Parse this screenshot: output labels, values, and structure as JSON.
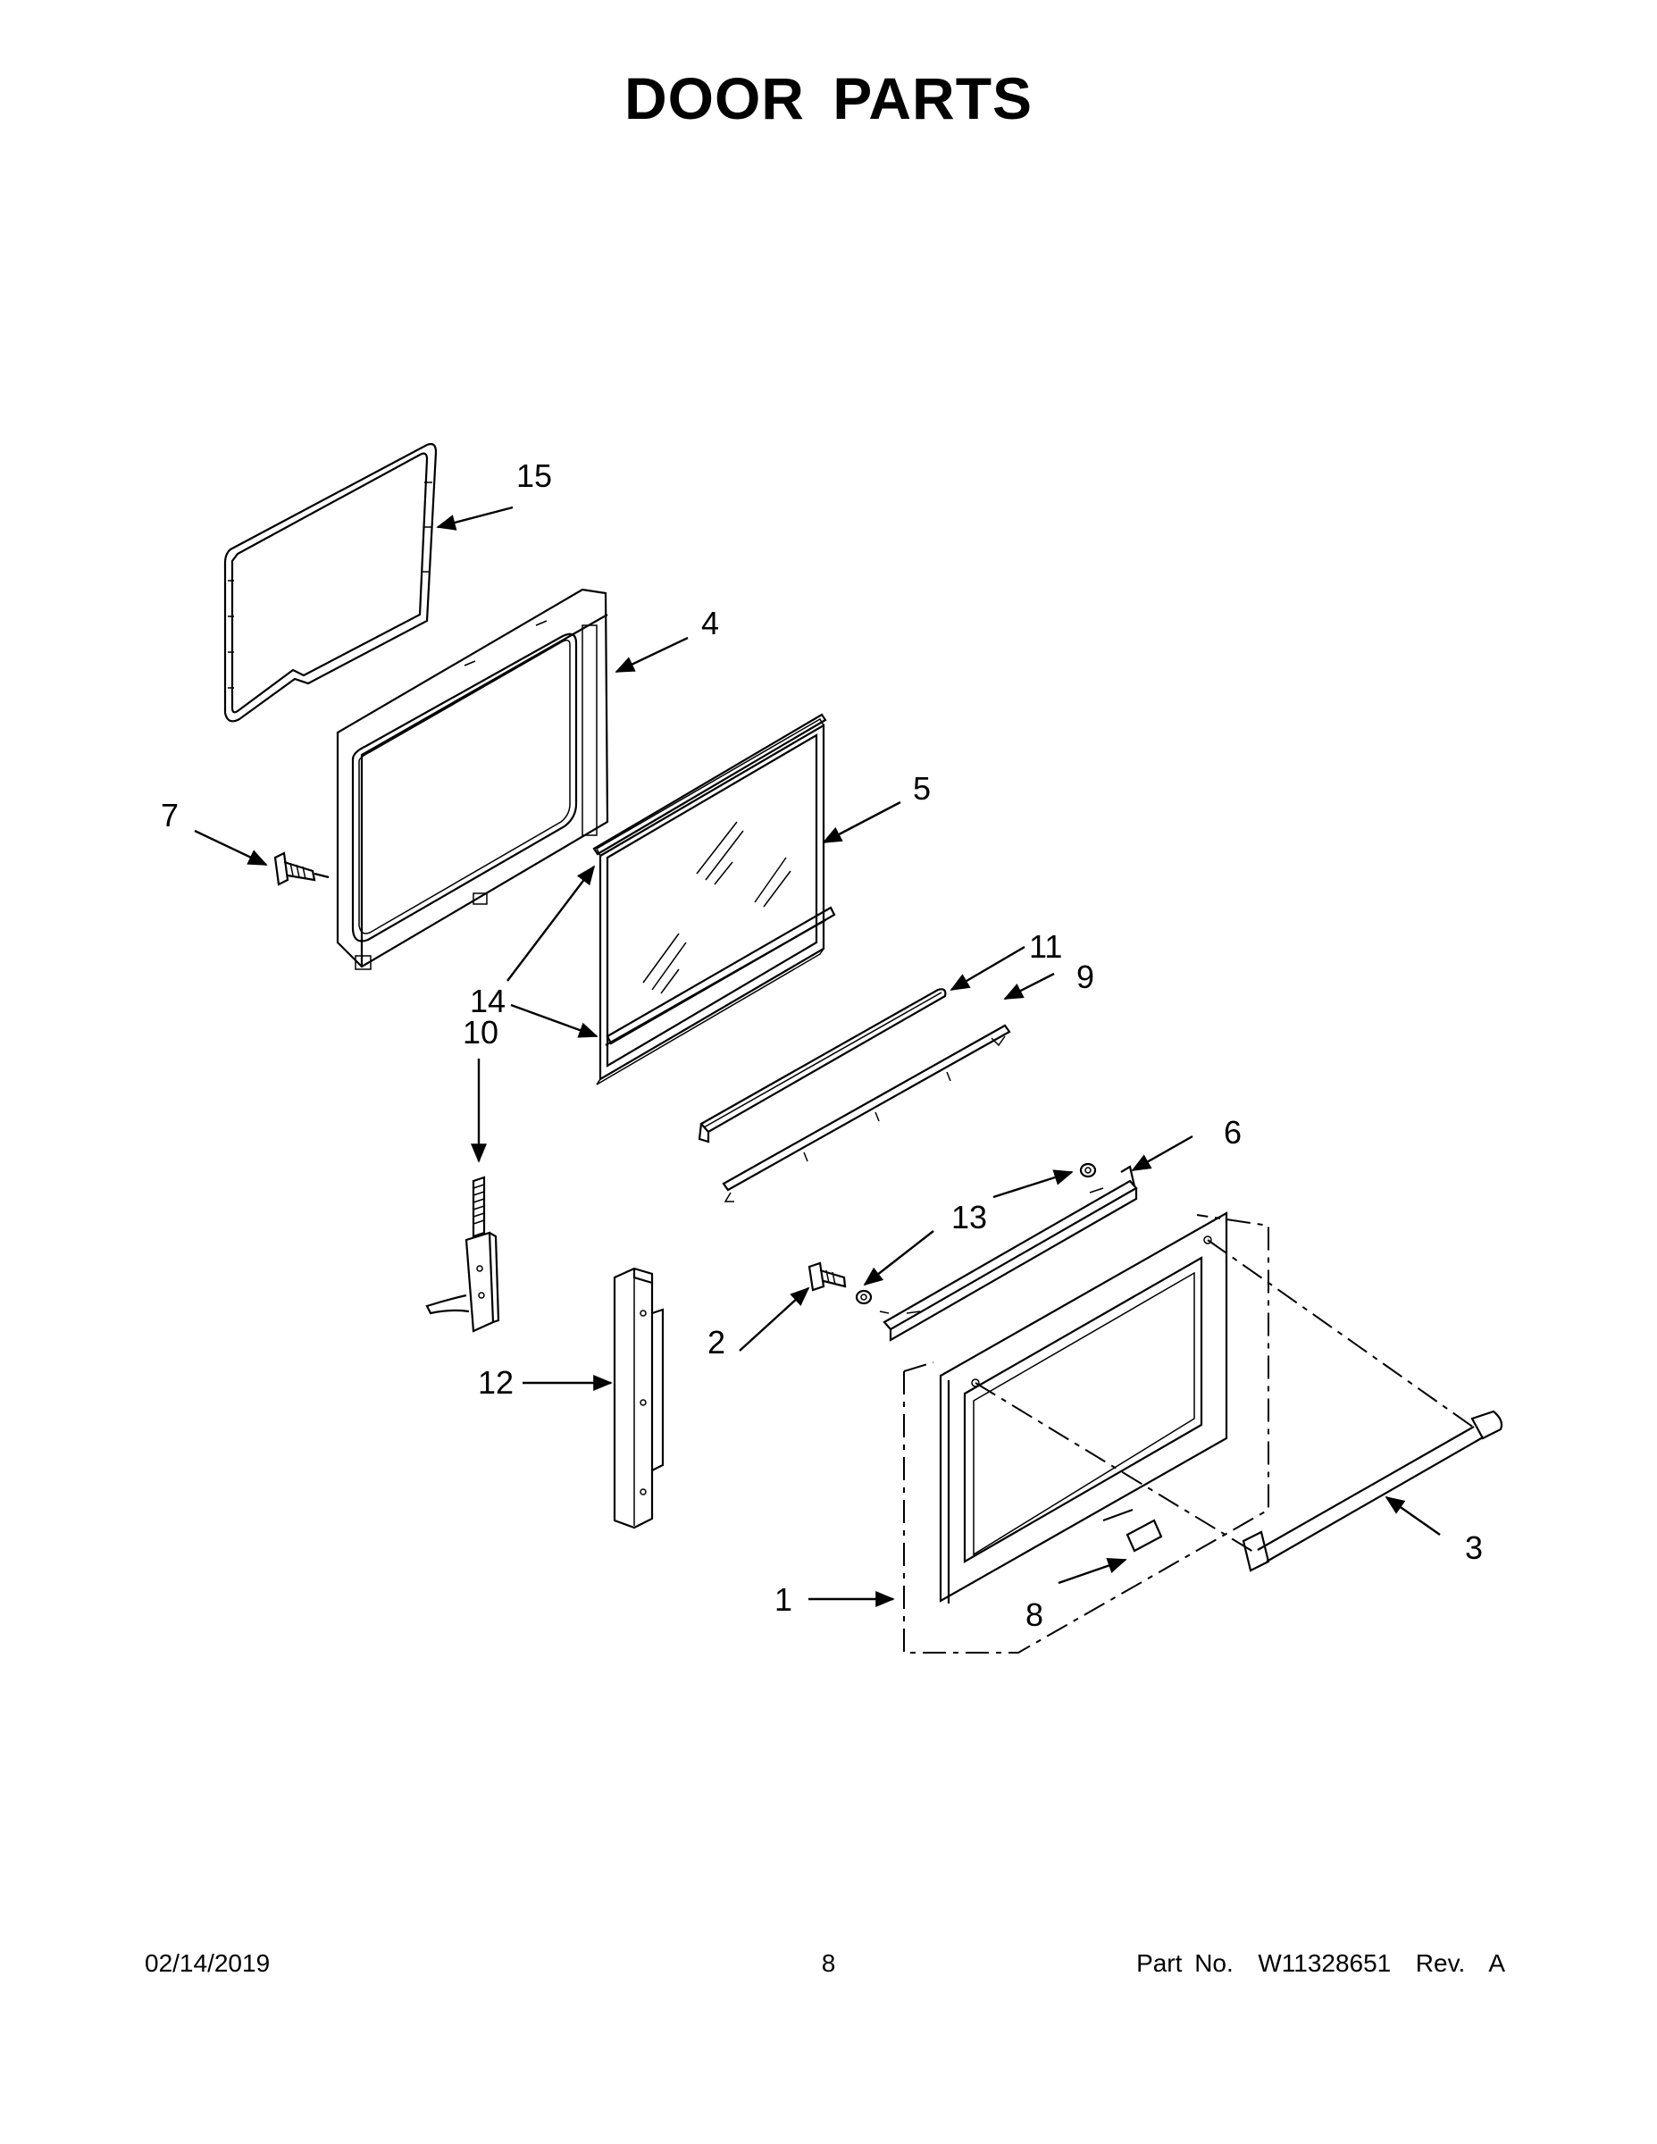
{
  "title": "DOOR PARTS",
  "callouts": {
    "c1": "1",
    "c2": "2",
    "c3": "3",
    "c4": "4",
    "c5": "5",
    "c6": "6",
    "c7": "7",
    "c8": "8",
    "c9": "9",
    "c10": "10",
    "c11": "11",
    "c12": "12",
    "c13": "13",
    "c14": "14",
    "c15": "15"
  },
  "footer": {
    "date": "02/14/2019",
    "page": "8",
    "part": "Part No.  W11328651  Rev.  A"
  }
}
